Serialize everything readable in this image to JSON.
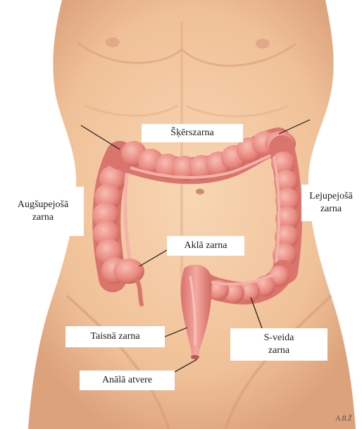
{
  "labels": {
    "transverse": "Šķērszarna",
    "ascending": {
      "line1": "Augšupejošā",
      "line2": "zarna"
    },
    "descending": {
      "line1": "Lejupejošā",
      "line2": "zarna"
    },
    "cecum": "Aklā zarna",
    "rectum": "Taisnā zarna",
    "sigmoid": {
      "line1": "S-veida",
      "line2": "zarna"
    },
    "anus": "Anālā atvere"
  },
  "signature": "A.B.Ž",
  "colors": {
    "skin": "#f3c8a0",
    "skin_shadow": "#dca27c",
    "intestine": "#e98d84",
    "intestine_dark": "#c9605a",
    "intestine_light": "#f5b3aa",
    "leader_line": "#1a1a1a"
  }
}
